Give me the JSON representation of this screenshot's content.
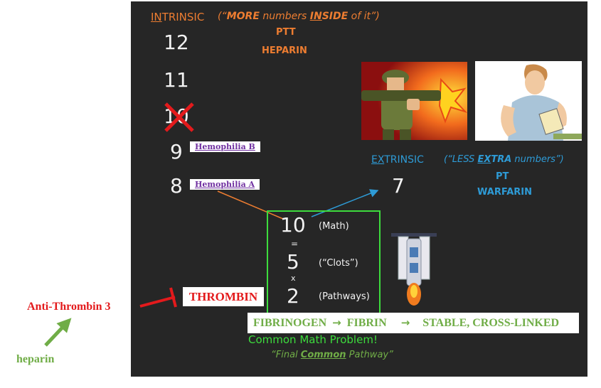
{
  "intrinsic": {
    "title_u": "IN",
    "title_rest": "TRINSIC",
    "note_open": "(“",
    "note_more": "MORE",
    "note_mid": " numbers ",
    "note_inside_u": "IN",
    "note_inside_rest": "SIDE",
    "note_close": " of it”)",
    "test": "PTT",
    "drug": "HEPARIN"
  },
  "factors": {
    "f12": "12",
    "f11": "11",
    "f10": "10",
    "f9": "9",
    "f8": "8"
  },
  "hemophilia": {
    "b": "Hemophilia B",
    "a": "Hemophilia A"
  },
  "extrinsic": {
    "title_u": "EX",
    "title_rest": "TRINSIC",
    "note_open": "(“LESS ",
    "note_extra_u": "EX",
    "note_extra_rest": "TRA",
    "note_close": " numbers”)",
    "factor": "7",
    "test": "PT",
    "drug": "WARFARIN"
  },
  "common_box": {
    "n10": "10",
    "math": "(Math)",
    "eq": "=",
    "n5": "5",
    "clots": "(“Clots”)",
    "x": "x",
    "n2": "2",
    "pathways": "(Pathways)"
  },
  "thrombin": "THROMBIN",
  "antithrombin": "Anti-Thrombin 3",
  "heparin_label": "heparin",
  "cascade": {
    "fibrinogen": "FIBRINOGEN",
    "fibrin": "FIBRIN",
    "stable": "STABLE, CROSS-LINKED"
  },
  "common_math": "Common Math Problem!",
  "final_common": {
    "pre": "“Final ",
    "u": "Common",
    "post": " Pathway”"
  },
  "colors": {
    "board": "#262626",
    "intrinsic": "#ed7d31",
    "extrinsic": "#2e9bd6",
    "common": "#3ddc3d",
    "inhibitor": "#e31a1c",
    "heparin": "#70ad47"
  }
}
